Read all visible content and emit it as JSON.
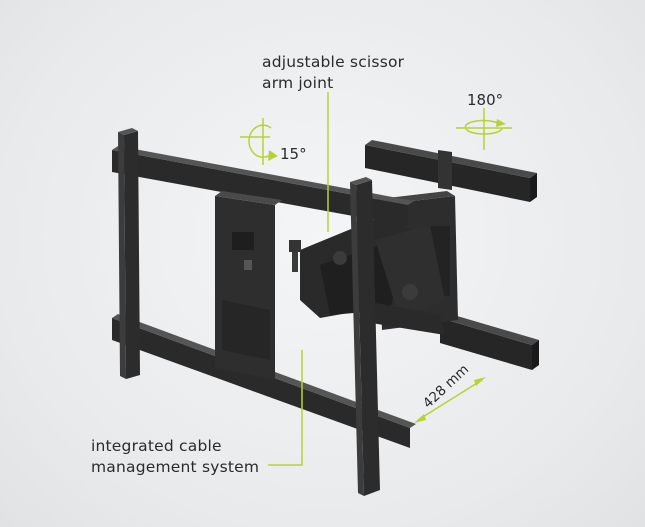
{
  "callouts": {
    "scissor_joint": {
      "line1": "adjustable scissor",
      "line2": "arm joint"
    },
    "cable_management": {
      "line1": "integrated cable",
      "line2": "management system"
    }
  },
  "rotation": {
    "tilt": "15°",
    "swivel": "180°"
  },
  "dimension": {
    "arm_extension": "428 mm"
  },
  "colors": {
    "accent": "#b5d334",
    "mount": "#2c2c2c",
    "text": "#2b2b2b"
  }
}
